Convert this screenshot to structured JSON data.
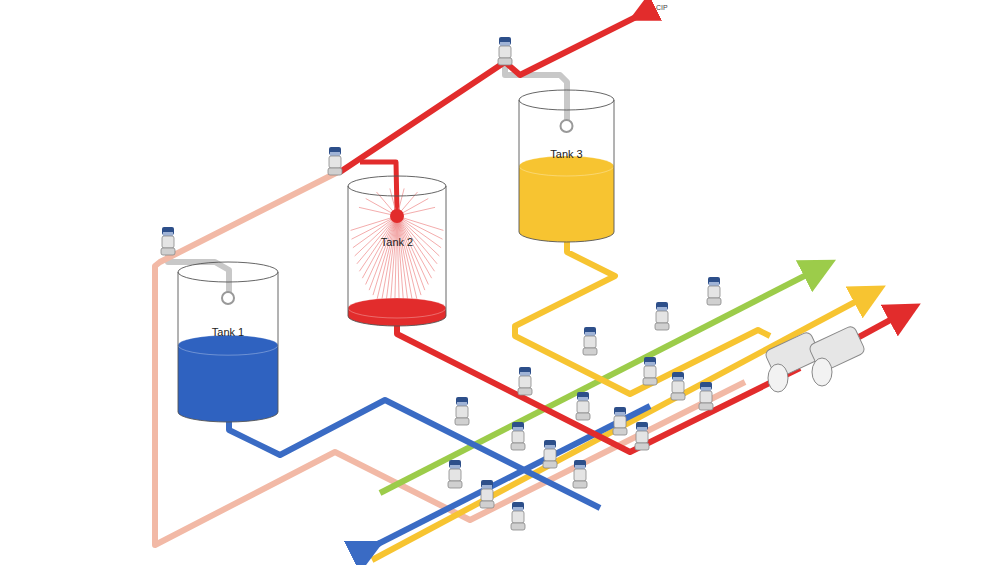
{
  "diagram": {
    "nodes": [
      {
        "text": [
          "Tank 1"
        ]
      },
      {
        "text": [
          "Tank 2"
        ]
      },
      {
        "text": [
          "Tank 3"
        ]
      }
    ],
    "labels": [
      "CIP"
    ]
  }
}
